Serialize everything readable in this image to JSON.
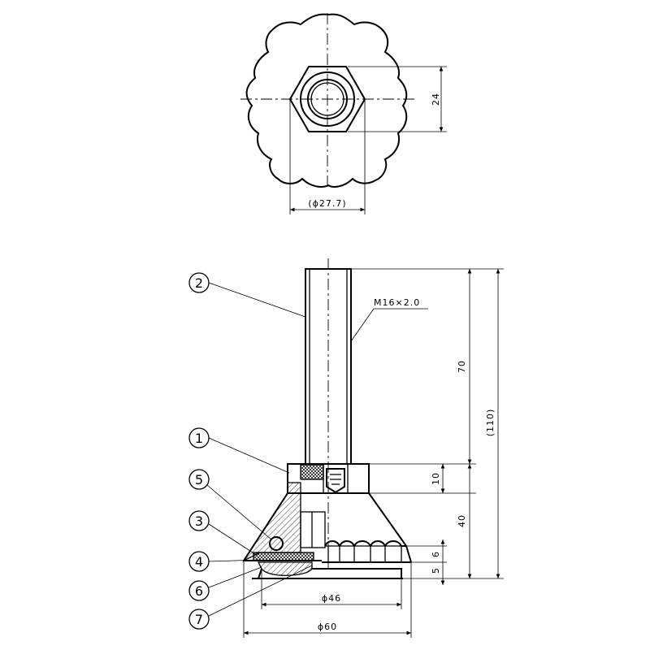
{
  "top_view": {
    "dim_hex_flats": "24",
    "dim_hex_corners": "(ϕ27.7)"
  },
  "front_view": {
    "thread_label": "M16×2.0",
    "dim_thread_length": "70",
    "dim_overall_height": "(110)",
    "dim_hex_height": "10",
    "dim_body_height": "40",
    "dim_pad_6": "6",
    "dim_pad_5": "5",
    "dim_base_inner": "ϕ46",
    "dim_base_outer": "ϕ60"
  },
  "balloons": [
    "1",
    "2",
    "3",
    "4",
    "5",
    "6",
    "7"
  ]
}
